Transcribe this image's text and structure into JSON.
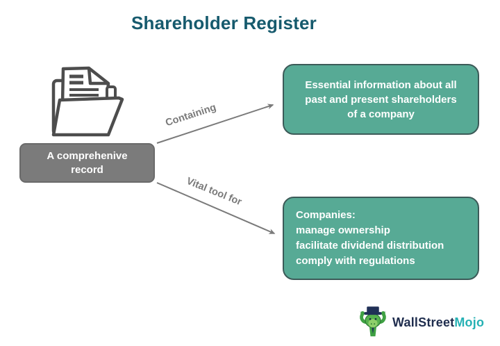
{
  "title": "Shareholder Register",
  "source_box": {
    "lines": [
      "A comprehenive",
      "record"
    ]
  },
  "arrows": [
    {
      "label": "Containing"
    },
    {
      "label": "Vital tool for"
    }
  ],
  "boxes": {
    "info": {
      "lines": [
        "Essential information about all",
        "past and present shareholders",
        "of a company"
      ]
    },
    "companies": {
      "lines": [
        "Companies:",
        "manage ownership",
        "facilitate dividend distribution",
        "comply with regulations"
      ]
    }
  },
  "icons": {
    "folder": "open-folder-with-documents-icon",
    "logo_mascot": "bull-mascot-icon"
  },
  "logo": {
    "brand_primary": "WallStreet",
    "brand_secondary": "Mojo"
  },
  "colors": {
    "title_text": "#165a6d",
    "teal_box_fill": "#57aa95",
    "teal_box_border": "#3c5a58",
    "gray_box_fill": "#7b7b7b",
    "gray_box_border": "#6a6a6a",
    "box_text": "#ffffff",
    "arrow": "#7a7a7a",
    "folder_outline": "#4d4d4d",
    "logo_navy": "#1f2d4e",
    "logo_teal": "#26b1b4",
    "mascot_green": "#3fa143"
  }
}
